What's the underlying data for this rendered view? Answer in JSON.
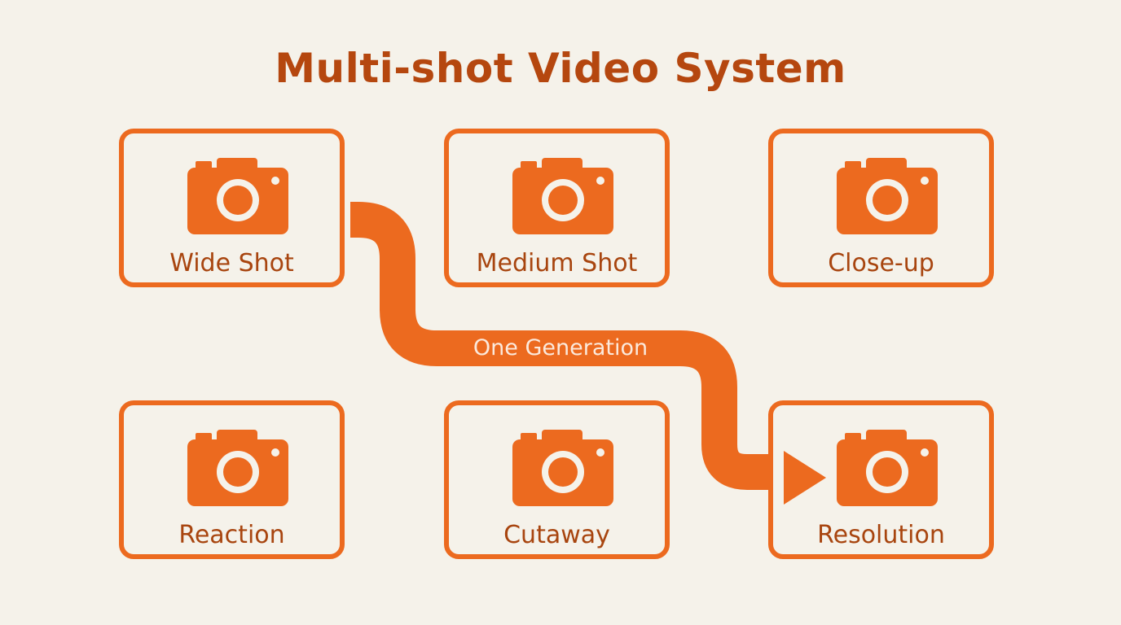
{
  "title": "Multi-shot Video System",
  "accent_color": "#ec6a1f",
  "text_color": "#a8450f",
  "background_color": "#f5f2ea",
  "shots": [
    {
      "label": "Wide Shot",
      "icon": "camera-icon"
    },
    {
      "label": "Medium Shot",
      "icon": "camera-icon"
    },
    {
      "label": "Close-up",
      "icon": "camera-icon"
    },
    {
      "label": "Reaction",
      "icon": "camera-icon"
    },
    {
      "label": "Cutaway",
      "icon": "camera-icon"
    },
    {
      "label": "Resolution",
      "icon": "camera-icon"
    }
  ],
  "flow": {
    "label": "One Generation",
    "from": "Wide Shot",
    "to": "Resolution"
  }
}
